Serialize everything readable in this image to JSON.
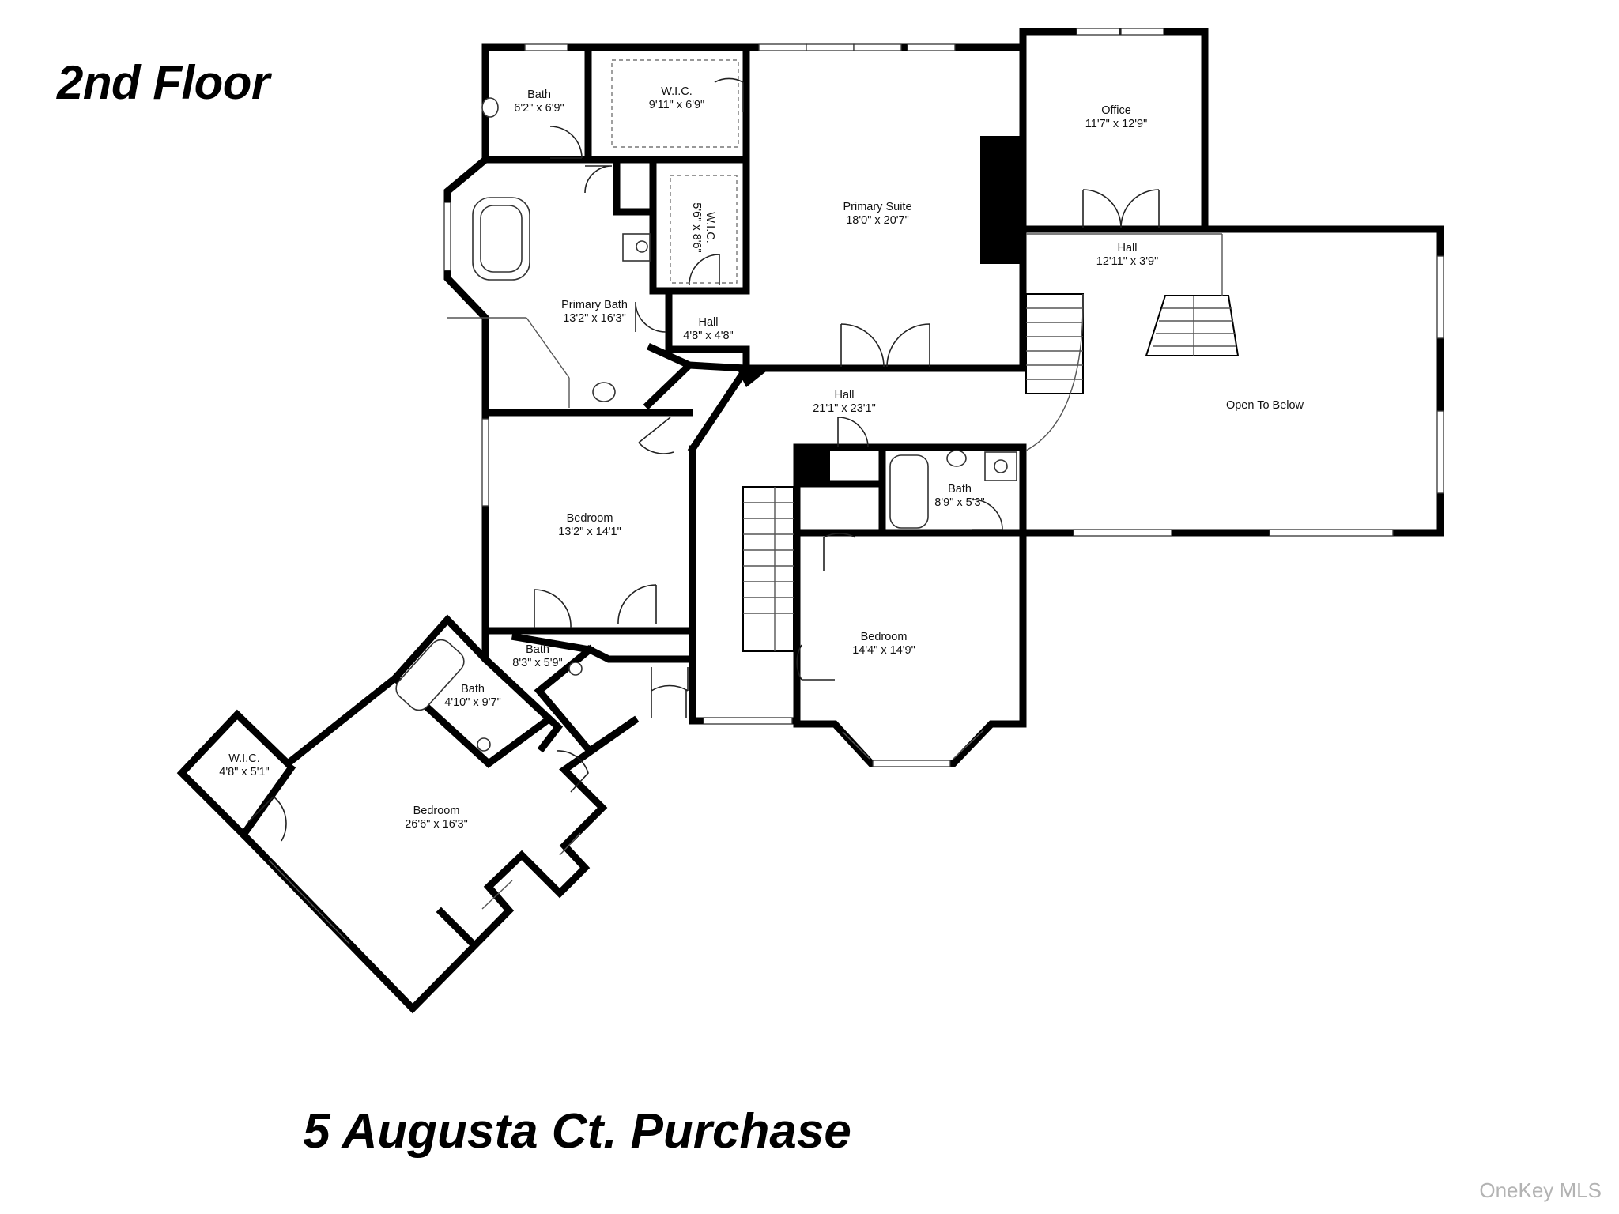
{
  "floor_title": "2nd Floor",
  "address_caption": "5 Augusta Ct. Purchase",
  "watermark": "OneKey MLS",
  "rooms": {
    "bath_top": {
      "name": "Bath",
      "dims": "6'2\" x 6'9\""
    },
    "wic_top": {
      "name": "W.I.C.",
      "dims": "9'11\" x 6'9\""
    },
    "wic_side": {
      "name": "W.I.C.",
      "dims": "5'6\" x 8'6\""
    },
    "primary_suite": {
      "name": "Primary Suite",
      "dims": "18'0\" x 20'7\""
    },
    "office": {
      "name": "Office",
      "dims": "11'7\" x 12'9\""
    },
    "hall_upper": {
      "name": "Hall",
      "dims": "12'11\" x 3'9\""
    },
    "primary_bath": {
      "name": "Primary Bath",
      "dims": "13'2\" x 16'3\""
    },
    "hall_small": {
      "name": "Hall",
      "dims": "4'8\" x 4'8\""
    },
    "hall_main": {
      "name": "Hall",
      "dims": "21'1\" x 23'1\""
    },
    "open_to_below": {
      "name": "Open To Below",
      "dims": ""
    },
    "bath_center": {
      "name": "Bath",
      "dims": "8'9\" x 5'3\""
    },
    "bedroom_left": {
      "name": "Bedroom",
      "dims": "13'2\" x 14'1\""
    },
    "bedroom_center": {
      "name": "Bedroom",
      "dims": "14'4\" x 14'9\""
    },
    "bath_mid": {
      "name": "Bath",
      "dims": "8'3\" x 5'9\""
    },
    "bath_angled": {
      "name": "Bath",
      "dims": "4'10\" x 9'7\""
    },
    "wic_angled": {
      "name": "W.I.C.",
      "dims": "4'8\" x 5'1\""
    },
    "bedroom_large": {
      "name": "Bedroom",
      "dims": "26'6\" x 16'3\""
    }
  }
}
